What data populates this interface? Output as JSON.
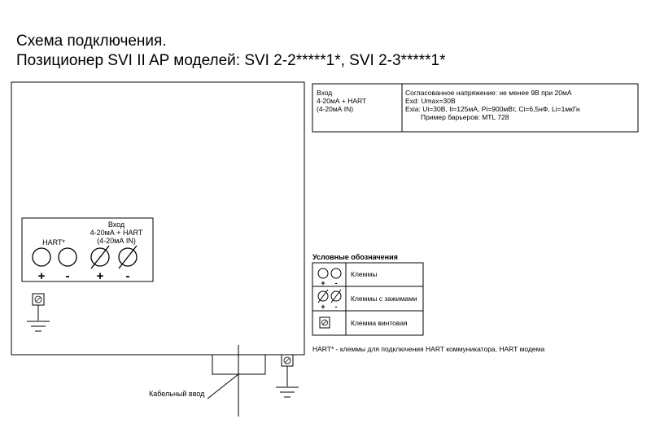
{
  "title": {
    "line1": "Схема подключения.",
    "line2": "Позиционер SVI II AP моделей: SVI 2-2*****1*, SVI 2-3*****1*"
  },
  "info_table": {
    "left": [
      "Вход",
      "4-20мА + HART",
      "(4-20мА IN)"
    ],
    "right": [
      "Согласованное напряжение: не менее 9В при 20мА",
      "Exd:  Umax=30В",
      "Exia: Ui=30В, Ii=125мА, Pi=900мВт, Ci=6,5нФ, Li=1мкГн",
      "Пример барьеров: MTL 728"
    ]
  },
  "terminal_block": {
    "hart_label": "HART*",
    "input_label": [
      "Вход",
      "4-20мА + HART",
      "(4-20мА IN)"
    ],
    "polarity": [
      "+",
      "-",
      "+",
      "-"
    ]
  },
  "cable_entry_label": "Кабельный ввод",
  "legend": {
    "title": "Условные обозначения",
    "rows": [
      {
        "icon": "terminal-pair-icon",
        "label": "Клеммы",
        "polarity": [
          "+",
          "-"
        ]
      },
      {
        "icon": "clamp-terminal-pair-icon",
        "label": "Клеммы с зажимами",
        "polarity": [
          "+",
          "-"
        ]
      },
      {
        "icon": "screw-terminal-icon",
        "label": "Клемма винтовая"
      }
    ]
  },
  "footnote": "HART* - клеммы для подключения HART коммуникатора, HART модема"
}
